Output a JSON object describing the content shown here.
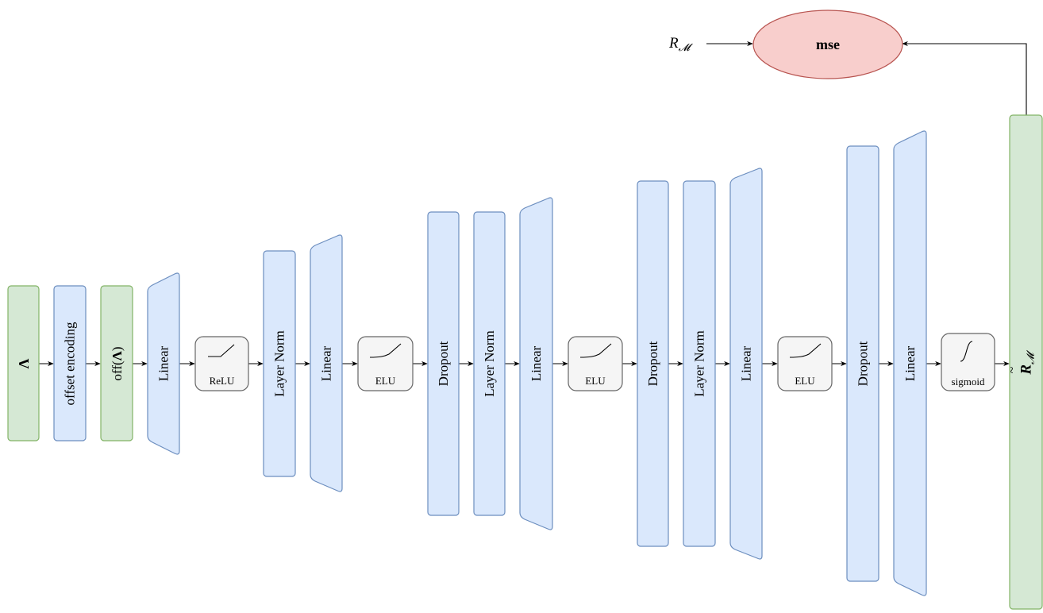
{
  "nodes": {
    "input": {
      "label": "Λ"
    },
    "offset_encoding": {
      "label": "offset encoding"
    },
    "off_input": {
      "label_prefix": "off(",
      "label_symbol": "Λ",
      "label_suffix": ")"
    },
    "linear_1": {
      "label": "Linear"
    },
    "relu": {
      "label": "ReLU"
    },
    "layer_norm_1": {
      "label": "Layer Norm"
    },
    "linear_2": {
      "label": "Linear"
    },
    "elu_1": {
      "label": "ELU"
    },
    "dropout_1": {
      "label": "Dropout"
    },
    "layer_norm_2": {
      "label": "Layer Norm"
    },
    "linear_3": {
      "label": "Linear"
    },
    "elu_2": {
      "label": "ELU"
    },
    "dropout_2": {
      "label": "Dropout"
    },
    "layer_norm_3": {
      "label": "Layer Norm"
    },
    "linear_4": {
      "label": "Linear"
    },
    "elu_3": {
      "label": "ELU"
    },
    "dropout_3": {
      "label": "Dropout"
    },
    "linear_5": {
      "label": "Linear"
    },
    "sigmoid": {
      "label": "sigmoid"
    },
    "output": {
      "label_symbol": "R",
      "label_sub": "𝓜",
      "label_accent": "~"
    },
    "target": {
      "label_symbol": "R",
      "label_sub": "𝓜"
    },
    "loss": {
      "label": "mse"
    }
  },
  "colors": {
    "data_fill": "#d5e8d4",
    "data_stroke": "#82b366",
    "layer_fill": "#dae8fc",
    "layer_stroke": "#6c8ebf",
    "activation_fill": "#f5f5f5",
    "activation_stroke": "#666666",
    "loss_fill": "#f8cecc",
    "loss_stroke": "#b85450"
  }
}
